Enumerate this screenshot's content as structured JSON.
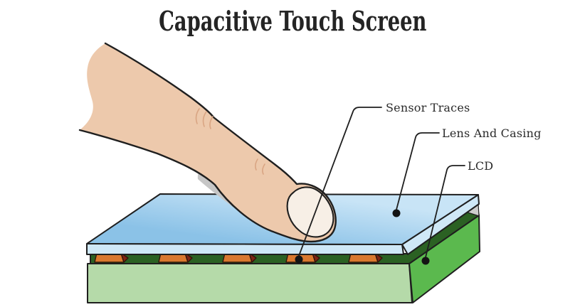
{
  "title": "Capacitive Touch Screen",
  "annotations": {
    "sensor_traces": {
      "label": "Sensor Traces"
    },
    "lens_and_casing": {
      "label": "Lens And Casing"
    },
    "lcd": {
      "label": "LCD"
    }
  },
  "colors": {
    "glass_top_back": "#c8e4f6",
    "glass_top_mid": "#a6d1ee",
    "glass_top_front": "#8bc2e7",
    "glass_edge": "#cfe8f7",
    "pcb_green": "#2b6123",
    "lcd_front": "#b5daa9",
    "lcd_side": "#5bb94e",
    "trace_orange": "#d9782f",
    "trace_dark": "#7e2413",
    "skin": "#edc9ac",
    "nail": "#f7efe6",
    "shadow_gray": "#c6c6c6",
    "corner_gray": "#cdcdcd",
    "outline": "#1f1f1f",
    "text": "#242424"
  }
}
